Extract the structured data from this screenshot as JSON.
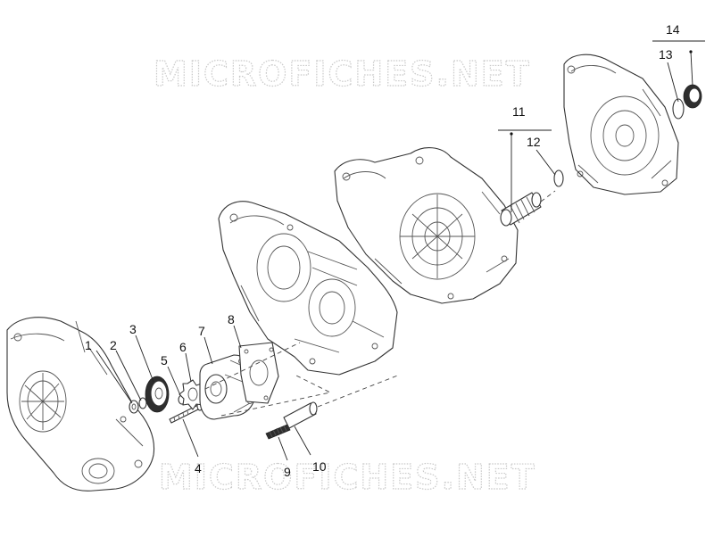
{
  "watermark": {
    "top_text": "MICROFICHES.NET",
    "bottom_text": "MICROFICHES.NET"
  },
  "callouts": {
    "c1": "1",
    "c2": "2",
    "c3": "3",
    "c4": "4",
    "c5": "5",
    "c6": "6",
    "c7": "7",
    "c8": "8",
    "c9": "9",
    "c10": "10",
    "c11": "11",
    "c12": "12",
    "c13": "13",
    "c14": "14"
  },
  "colors": {
    "line": "#333333",
    "watermark": "#c9c9c9",
    "background": "#ffffff"
  }
}
